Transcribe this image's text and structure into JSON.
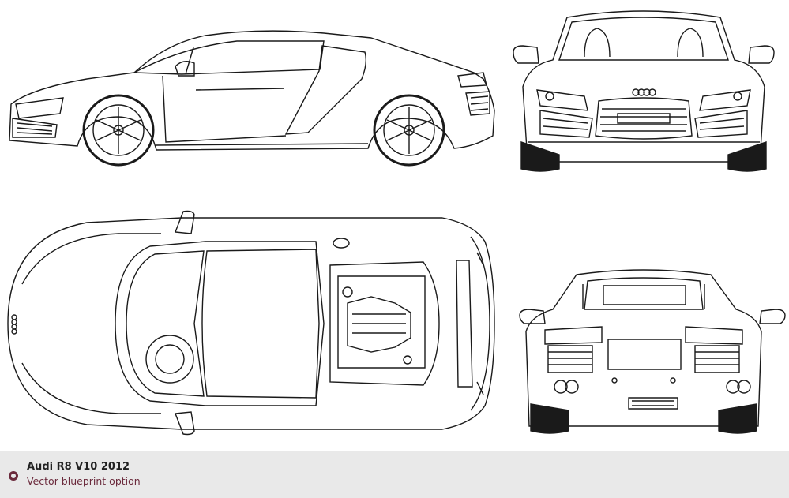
{
  "caption": {
    "title": "Audi R8 V10 2012",
    "subtitle": "Vector blueprint option"
  },
  "views": [
    "side-view",
    "front-view",
    "top-view",
    "rear-view"
  ],
  "colors": {
    "line": "#1a1a1a",
    "caption_bg": "#e9e9e9",
    "accent": "#6b2a3c"
  }
}
